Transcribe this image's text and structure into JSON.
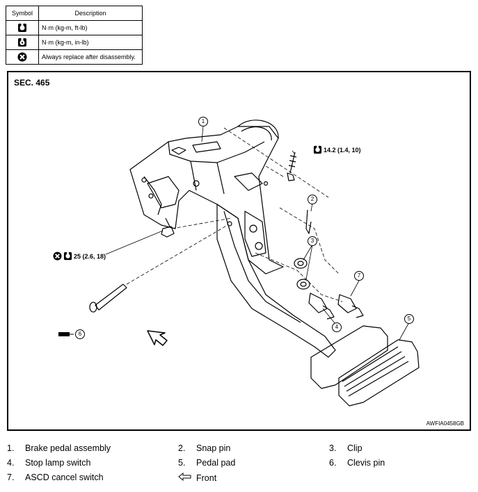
{
  "symbol_table": {
    "headers": {
      "symbol": "Symbol",
      "description": "Description"
    },
    "rows": [
      {
        "icon": "torque-wrench-icon",
        "description": "N·m (kg-m, ft-lb)"
      },
      {
        "icon": "torque-wrench-small-icon",
        "description": "N·m (kg-m, in-lb)"
      },
      {
        "icon": "replace-x-icon",
        "description": "Always replace after disassembly."
      }
    ]
  },
  "figure": {
    "section": "SEC. 465",
    "code": "AWFIA0458GB",
    "torque_1": "14.2 (1.4, 10)",
    "torque_2": "25 (2.6, 18)",
    "callouts": [
      "1",
      "2",
      "3",
      "4",
      "5",
      "6",
      "7"
    ]
  },
  "legend": [
    {
      "num": "1.",
      "label": "Brake pedal assembly"
    },
    {
      "num": "2.",
      "label": "Snap pin"
    },
    {
      "num": "3.",
      "label": "Clip"
    },
    {
      "num": "4.",
      "label": "Stop lamp switch"
    },
    {
      "num": "5.",
      "label": "Pedal pad"
    },
    {
      "num": "6.",
      "label": "Clevis pin"
    },
    {
      "num": "7.",
      "label": "ASCD cancel switch"
    },
    {
      "icon": "front-arrow-icon",
      "label": "Front"
    }
  ]
}
